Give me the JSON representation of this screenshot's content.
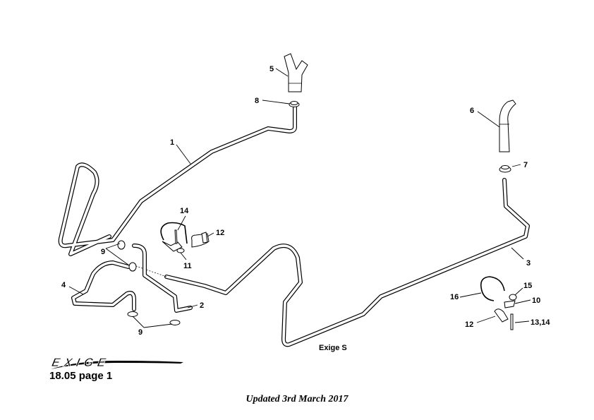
{
  "callouts": {
    "n1": "1",
    "n2": "2",
    "n3": "3",
    "n4": "4",
    "n5": "5",
    "n6": "6",
    "n7": "7",
    "n8": "8",
    "n9a": "9",
    "n9b": "9",
    "n10": "10",
    "n11": "11",
    "n12a": "12",
    "n12b": "12",
    "n13_14": "13,14",
    "n14": "14",
    "n15": "15",
    "n16": "16"
  },
  "variant_label": "Exige S",
  "logo_text": "EXIGE",
  "page_ref": "18.05 page 1",
  "updated": "Updated 3rd March 2017"
}
